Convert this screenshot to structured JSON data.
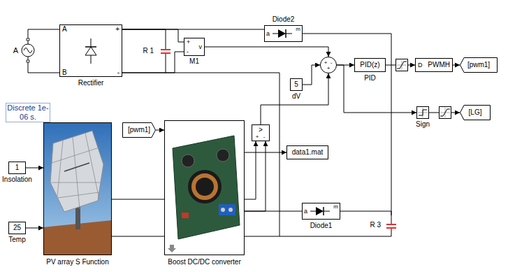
{
  "diagram": {
    "nodes": [
      {
        "text": [
          "A"
        ]
      },
      {
        "text": [
          "A",
          "B",
          "+",
          "-",
          "Rectifier"
        ]
      },
      {
        "text": [
          "R 1"
        ]
      },
      {
        "text": [
          "+",
          "v",
          "-",
          "M1"
        ]
      },
      {
        "text": [
          "a",
          "m",
          "Diode2"
        ]
      },
      {
        "text": [
          "5",
          "dV"
        ]
      },
      {
        "text": [
          "+",
          "-",
          "+"
        ]
      },
      {
        "text": [
          "PID(z)",
          "PID"
        ]
      },
      {
        "text": [
          "D",
          "PWMH"
        ]
      },
      {
        "text": [
          "[pwm1]"
        ]
      },
      {
        "text": [
          "Sign"
        ]
      },
      {
        "text": [
          "[LG]"
        ]
      },
      {
        "text": [
          "Discrete 1e-06 s."
        ]
      },
      {
        "text": [
          "[pwm1]"
        ]
      },
      {
        "text": [
          "1",
          "Insolation"
        ]
      },
      {
        "text": [
          "25",
          "Temp"
        ]
      },
      {
        "text": [
          "PV array S Function"
        ]
      },
      {
        "text": [
          "Boost DC/DC converter"
        ]
      },
      {
        "text": [
          ">",
          "+",
          "-"
        ]
      },
      {
        "text": [
          "data1.mat"
        ]
      },
      {
        "text": [
          "a",
          "m",
          "Diode1"
        ]
      },
      {
        "text": [
          "R 3"
        ]
      }
    ],
    "edges": [
      {
        "from": 0,
        "to": 1,
        "arrow": "none"
      },
      {
        "from": 0,
        "to": 1,
        "arrow": "none"
      },
      {
        "from": 1,
        "to": 2,
        "arrow": "none"
      },
      {
        "from": 1,
        "to": 2,
        "arrow": "none"
      },
      {
        "from": 1,
        "to": 3,
        "arrow": "none"
      },
      {
        "from": 1,
        "to": 3,
        "arrow": "none"
      },
      {
        "from": 1,
        "to": 4,
        "arrow": "none"
      },
      {
        "from": 3,
        "to": 6,
        "arrow": "to"
      },
      {
        "from": 5,
        "to": 6,
        "arrow": "to"
      },
      {
        "from": 6,
        "to": 7,
        "arrow": "to"
      },
      {
        "from": 7,
        "to": 8,
        "arrow": "to"
      },
      {
        "from": 8,
        "to": 9,
        "arrow": "to"
      },
      {
        "from": 6,
        "to": 10,
        "arrow": "to"
      },
      {
        "from": 10,
        "to": 11,
        "arrow": "to"
      },
      {
        "from": 18,
        "to": 6,
        "arrow": "to"
      },
      {
        "from": 13,
        "to": 17,
        "arrow": "to"
      },
      {
        "from": 14,
        "to": 16,
        "arrow": "to"
      },
      {
        "from": 15,
        "to": 16,
        "arrow": "to"
      },
      {
        "from": 16,
        "to": 17,
        "arrow": "none"
      },
      {
        "from": 16,
        "to": 17,
        "arrow": "none"
      },
      {
        "from": 17,
        "to": 18,
        "arrow": "to"
      },
      {
        "from": 17,
        "to": 18,
        "arrow": "to"
      },
      {
        "from": 17,
        "to": 19,
        "arrow": "to"
      },
      {
        "from": 17,
        "to": 20,
        "arrow": "none"
      },
      {
        "from": 20,
        "to": 21,
        "arrow": "none"
      },
      {
        "from": 4,
        "to": 21,
        "arrow": "none"
      },
      {
        "from": 17,
        "to": 21,
        "arrow": "none"
      }
    ]
  }
}
